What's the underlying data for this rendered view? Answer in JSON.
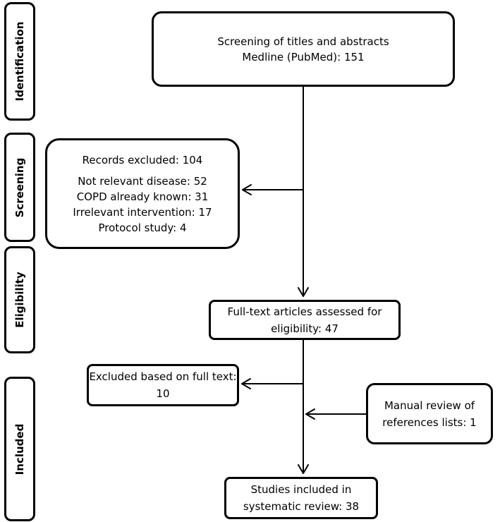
{
  "stages": [
    "Identification",
    "Screening",
    "Eligibility",
    "Included"
  ],
  "boxes": {
    "identification": [
      "Screening of titles and abstracts",
      "Medline (PubMed): 151"
    ],
    "excluded_records": [
      "Records excluded: 104",
      "Not relevant disease: 52",
      "COPD already known: 31",
      "Irrelevant intervention: 17",
      "Protocol study: 4"
    ],
    "fulltext": [
      "Full-text articles assessed for",
      "eligibility: 47"
    ],
    "excluded_fulltext": [
      "Excluded based on full text:",
      "10"
    ],
    "manual_review": [
      "Manual review of",
      "references lists: 1"
    ],
    "included": [
      "Studies included in",
      "systematic review: 38"
    ]
  }
}
